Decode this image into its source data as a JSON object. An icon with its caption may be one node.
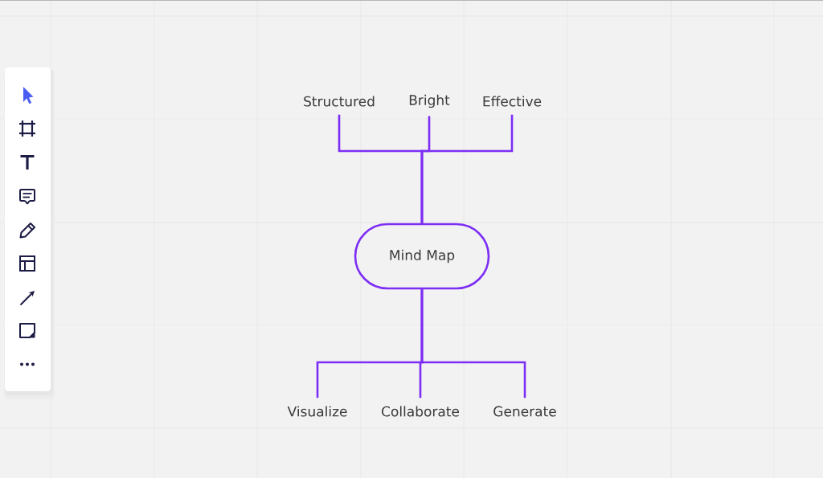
{
  "diagram": {
    "nodes": [
      {
        "text": [
          "Mind Map"
        ]
      },
      {
        "text": [
          "Structured"
        ]
      },
      {
        "text": [
          "Bright"
        ]
      },
      {
        "text": [
          "Effective"
        ]
      },
      {
        "text": [
          "Visualize"
        ]
      },
      {
        "text": [
          "Collaborate"
        ]
      },
      {
        "text": [
          "Generate"
        ]
      }
    ],
    "edges": [
      {
        "from": 0,
        "to": 1,
        "arrow": "none"
      },
      {
        "from": 0,
        "to": 2,
        "arrow": "none"
      },
      {
        "from": 0,
        "to": 3,
        "arrow": "none"
      },
      {
        "from": 0,
        "to": 4,
        "arrow": "none"
      },
      {
        "from": 0,
        "to": 5,
        "arrow": "none"
      },
      {
        "from": 0,
        "to": 6,
        "arrow": "none"
      }
    ]
  }
}
